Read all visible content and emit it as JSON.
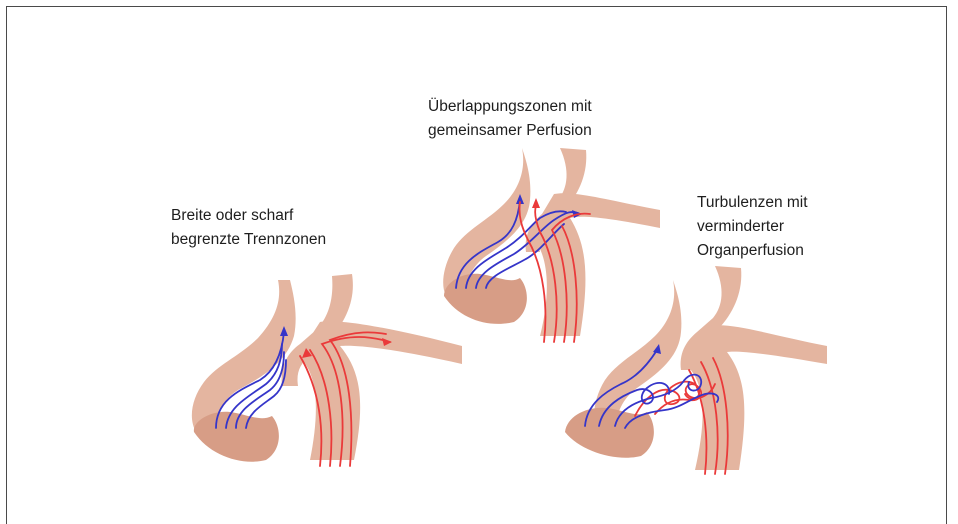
{
  "panels": [
    {
      "lines": [
        "Breite oder scharf",
        "begrenzte Trennzonen"
      ]
    },
    {
      "lines": [
        "Überlappungszonen mit",
        "gemeinsamer Perfusion"
      ]
    },
    {
      "lines": [
        "Turbulenzen mit",
        "verminderter",
        "Organperfusion"
      ]
    }
  ],
  "colors": {
    "venous_flow": "#3535c9",
    "arterial_flow": "#ea3a3a",
    "tissue": "#e4b5a0"
  }
}
